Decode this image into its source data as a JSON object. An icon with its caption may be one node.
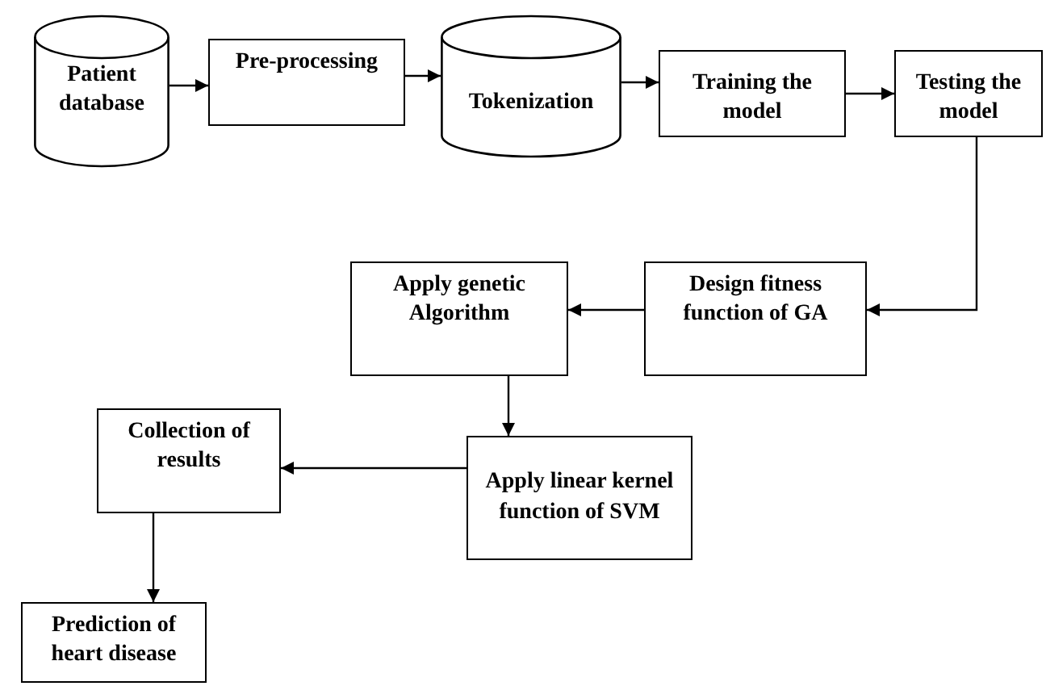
{
  "diagram": {
    "nodes": [
      {
        "text": [
          "Patient database"
        ]
      },
      {
        "text": [
          "Pre-processing"
        ]
      },
      {
        "text": [
          "Tokenization"
        ]
      },
      {
        "text": [
          "Training the model"
        ]
      },
      {
        "text": [
          "Testing the model"
        ]
      },
      {
        "text": [
          "Design fitness function of GA"
        ]
      },
      {
        "text": [
          "Apply genetic Algorithm"
        ]
      },
      {
        "text": [
          "Apply linear kernel function of SVM"
        ]
      },
      {
        "text": [
          "Collection of results"
        ]
      },
      {
        "text": [
          "Prediction of heart disease"
        ]
      }
    ],
    "edges": [
      {
        "from": 0,
        "to": 1,
        "arrow": "to"
      },
      {
        "from": 1,
        "to": 2,
        "arrow": "to"
      },
      {
        "from": 2,
        "to": 3,
        "arrow": "to"
      },
      {
        "from": 3,
        "to": 4,
        "arrow": "to"
      },
      {
        "from": 4,
        "to": 5,
        "arrow": "to"
      },
      {
        "from": 5,
        "to": 6,
        "arrow": "to"
      },
      {
        "from": 6,
        "to": 7,
        "arrow": "to"
      },
      {
        "from": 7,
        "to": 8,
        "arrow": "to"
      },
      {
        "from": 8,
        "to": 9,
        "arrow": "to"
      }
    ]
  }
}
